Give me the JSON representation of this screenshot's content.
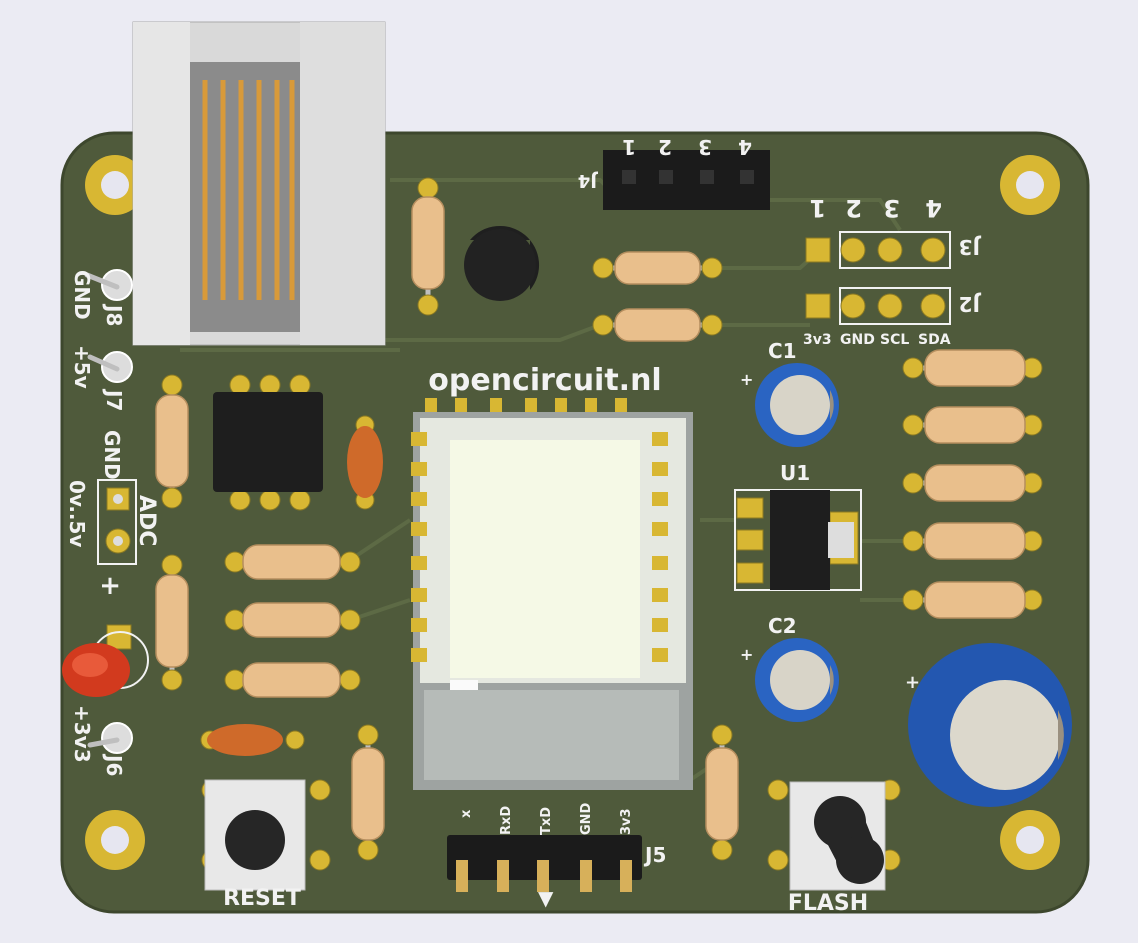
{
  "board": {
    "logo_text": "opencircuit.nl",
    "colors": {
      "pcb": "#4f5a3b",
      "background": "#ebebf3",
      "silkscreen": "#f2f2f2",
      "pad": "#d8b733"
    }
  },
  "connectors": {
    "j4": {
      "ref": "J4",
      "pins": [
        "1",
        "2",
        "3",
        "4"
      ]
    },
    "j3": {
      "ref": "J3",
      "pins": [
        "1",
        "2",
        "3",
        "4"
      ]
    },
    "j2": {
      "ref": "J2",
      "pins": [
        "3v3",
        "GND",
        "SCL",
        "SDA"
      ]
    },
    "j5": {
      "ref": "J5",
      "pins": [
        "x",
        "RxD",
        "TxD",
        "GND",
        "3v3"
      ],
      "arrow_tx": "→",
      "arrow_rx": "▼"
    },
    "j8": {
      "ref": "J8",
      "label": "GND"
    },
    "j7": {
      "ref": "J7",
      "label": "+5v"
    },
    "j6": {
      "ref": "J6",
      "label": "+3v3"
    },
    "adc": {
      "label": "ADC",
      "gnd": "GND",
      "range": "0v..5v",
      "plus": "+"
    }
  },
  "components": {
    "c1": "C1",
    "c2": "C2",
    "u1": "U1",
    "reset": "RESET",
    "flash": "FLASH",
    "cap_plus": "+"
  }
}
